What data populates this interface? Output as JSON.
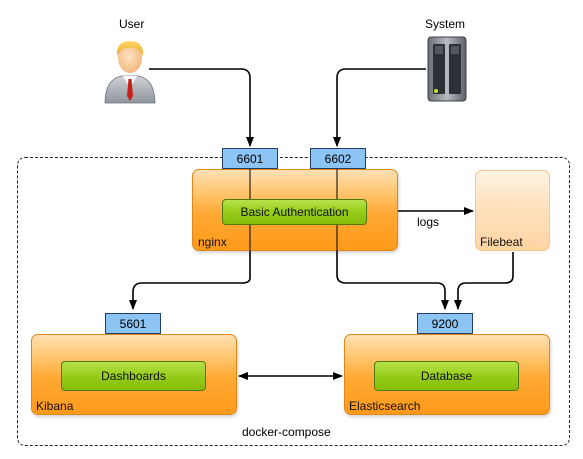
{
  "actors": {
    "user": "User",
    "system": "System"
  },
  "boundary_label": "docker-compose",
  "nginx": {
    "label": "nginx",
    "component": "Basic Authentication",
    "ports": [
      "6601",
      "6602"
    ]
  },
  "filebeat": {
    "label": "Filebeat"
  },
  "logs_label": "logs",
  "kibana": {
    "label": "Kibana",
    "component": "Dashboards",
    "port": "5601"
  },
  "elasticsearch": {
    "label": "Elasticsearch",
    "component": "Database",
    "port": "9200"
  },
  "icons": {
    "user": "user-avatar-icon",
    "system": "server-icon"
  },
  "colors": {
    "container_orange": "#ffa833",
    "component_green": "#96cc1a",
    "port_blue": "#8cc4f3"
  }
}
